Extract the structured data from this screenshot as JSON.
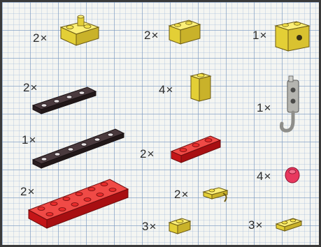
{
  "parts": [
    {
      "id": "yellow-2x2-brick-with-pin",
      "quantity": "2×",
      "color": "#f3e24a"
    },
    {
      "id": "yellow-1x2-brick",
      "quantity": "2×",
      "color": "#f3e24a"
    },
    {
      "id": "yellow-1x2-technic-brick",
      "quantity": "1×",
      "color": "#f3e24a"
    },
    {
      "id": "black-1x4-plate",
      "quantity": "2×",
      "color": "#2b1f22"
    },
    {
      "id": "yellow-1x1-brick",
      "quantity": "4×",
      "color": "#f3e24a"
    },
    {
      "id": "grey-hook",
      "quantity": "1×",
      "color": "#b5b5b0"
    },
    {
      "id": "black-1x6-plate",
      "quantity": "1×",
      "color": "#2b1f22"
    },
    {
      "id": "red-1x3-plate",
      "quantity": "2×",
      "color": "#d8181b"
    },
    {
      "id": "red-round-plate",
      "quantity": "4×",
      "color": "#e8385e"
    },
    {
      "id": "red-2x6-plate",
      "quantity": "2×",
      "color": "#d8181b"
    },
    {
      "id": "yellow-clip-plate",
      "quantity": "2×",
      "color": "#f3e24a"
    },
    {
      "id": "yellow-1x1-plate",
      "quantity": "3×",
      "color": "#f3e24a"
    },
    {
      "id": "yellow-1x2-plate",
      "quantity": "3×",
      "color": "#f3e24a"
    }
  ]
}
